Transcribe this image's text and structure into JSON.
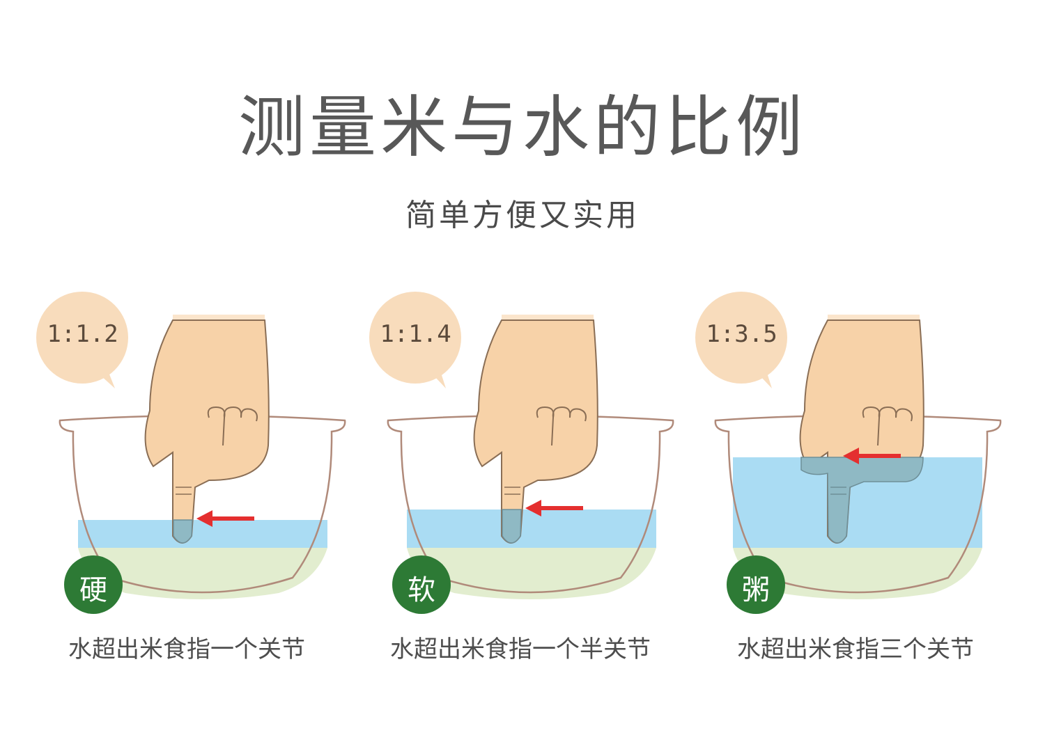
{
  "header": {
    "title": "测量米与水的比例",
    "subtitle": "简单方便又实用"
  },
  "panels": [
    {
      "ratio": "1:1.2",
      "badge": "硬",
      "caption": "水超出米食指一个关节",
      "water_level": "一个关节"
    },
    {
      "ratio": "1:1.4",
      "badge": "软",
      "caption": "水超出米食指一个半关节",
      "water_level": "一个半关节"
    },
    {
      "ratio": "1:3.5",
      "badge": "粥",
      "caption": "水超出米食指三个关节",
      "water_level": "三个关节"
    }
  ],
  "colors": {
    "title_text": "#585858",
    "bubble": "#f8dcbc",
    "water": "#aadcf3",
    "rice": "#e2edcf",
    "badge": "#2d7a35",
    "arrow": "#e42f2f",
    "skin": "#f7d2a8",
    "outline": "#8a6e55"
  }
}
